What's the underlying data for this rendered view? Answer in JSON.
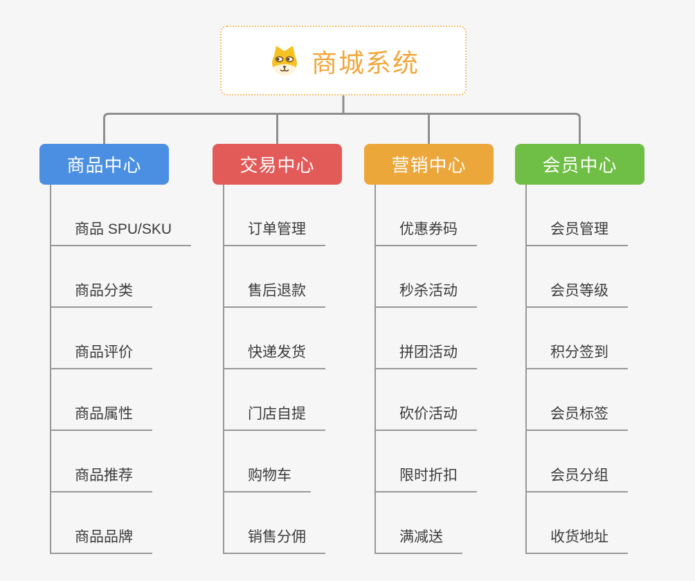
{
  "root": {
    "title": "商城系统",
    "icon": "doge-icon",
    "title_color": "#f0a73c",
    "border_color": "#f3bd66"
  },
  "connector_color": "#8f8f8f",
  "branches": [
    {
      "label": "商品中心",
      "color": "#4a8fe2",
      "children": [
        "商品 SPU/SKU",
        "商品分类",
        "商品评价",
        "商品属性",
        "商品推荐",
        "商品品牌"
      ]
    },
    {
      "label": "交易中心",
      "color": "#e25b58",
      "children": [
        "订单管理",
        "售后退款",
        "快递发货",
        "门店自提",
        "购物车",
        "销售分佣"
      ]
    },
    {
      "label": "营销中心",
      "color": "#eca73b",
      "children": [
        "优惠券码",
        "秒杀活动",
        "拼团活动",
        "砍价活动",
        "限时折扣",
        "满减送"
      ]
    },
    {
      "label": "会员中心",
      "color": "#6fbe45",
      "children": [
        "会员管理",
        "会员等级",
        "积分签到",
        "会员标签",
        "会员分组",
        "收货地址"
      ]
    }
  ]
}
